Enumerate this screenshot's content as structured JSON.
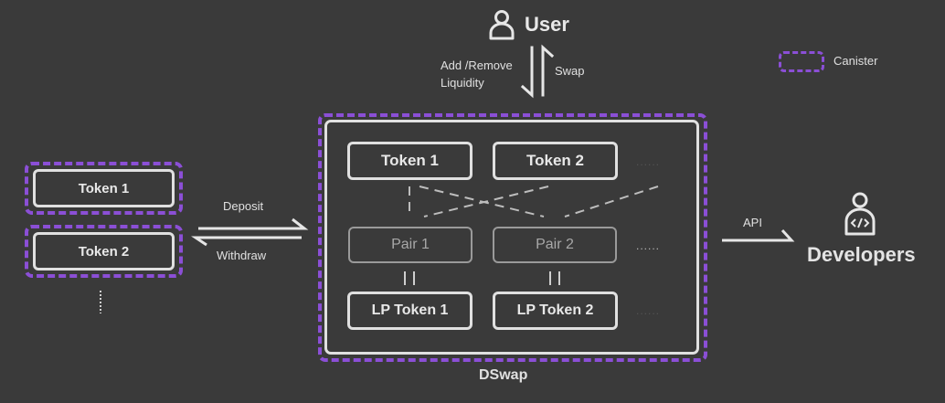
{
  "user": {
    "label": "User",
    "icon": "user-icon"
  },
  "user_flow": {
    "left_label_line1": "Add /Remove",
    "left_label_line2": "Liquidity",
    "right_label": "Swap"
  },
  "legend": {
    "label": "Canister",
    "color": "#8b4fd6"
  },
  "external_tokens": [
    {
      "label": "Token 1"
    },
    {
      "label": "Token 2"
    }
  ],
  "external_more": "......",
  "transfer": {
    "deposit_label": "Deposit",
    "withdraw_label": "Withdraw"
  },
  "dswap": {
    "title": "DSwap",
    "tokens": [
      {
        "label": "Token 1"
      },
      {
        "label": "Token 2"
      }
    ],
    "pairs": [
      {
        "label": "Pair 1"
      },
      {
        "label": "Pair 2"
      }
    ],
    "lp_tokens": [
      {
        "label": "LP Token 1"
      },
      {
        "label": "LP Token 2"
      }
    ],
    "equal_sign": "||",
    "more": "......"
  },
  "api": {
    "label": "API"
  },
  "developers": {
    "label": "Developers",
    "icon": "developer-icon"
  }
}
